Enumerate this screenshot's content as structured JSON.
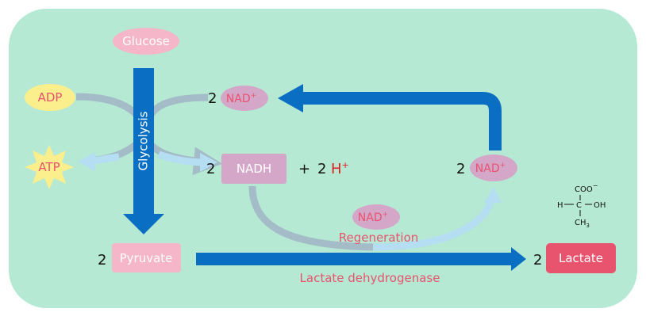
{
  "diagram": {
    "nodes": {
      "glucose": "Glucose",
      "adp": "ADP",
      "atp": "ATP",
      "glycolysis": "Glycolysis",
      "nad_top": {
        "coef": "2",
        "name": "NAD",
        "sup": "+"
      },
      "nadh": {
        "coef": "2",
        "name": "NADH"
      },
      "plus": "+",
      "h_plus": {
        "coef": "2",
        "name": "H",
        "sup": "+"
      },
      "nad_right": {
        "coef": "2",
        "name": "NAD",
        "sup": "+"
      },
      "nad_regen": {
        "name": "NAD",
        "sup": "+"
      },
      "regeneration": "Regeneration",
      "pyruvate": {
        "coef": "2",
        "name": "Pyruvate"
      },
      "lactate": {
        "coef": "2",
        "name": "Lactate"
      },
      "lactate_dehydrogenase": "Lactate dehydrogenase"
    },
    "structure": {
      "coo": "COO",
      "coo_charge": "−",
      "h": "H",
      "c": "C",
      "oh": "OH",
      "ch": "CH",
      "ch_sub": "3"
    },
    "colors": {
      "background": "#b6e9d3",
      "blue_arrow": "#0a6fc2",
      "gray_curve": "#a3bcc8",
      "light_blue": "#b5def3",
      "pink": "#f4b6c8",
      "mauve": "#d4a7c9",
      "mauve_text": "#e8536e",
      "red": "#e8536e",
      "yellow": "#fbee8c",
      "hplus_red": "#e02020"
    }
  }
}
